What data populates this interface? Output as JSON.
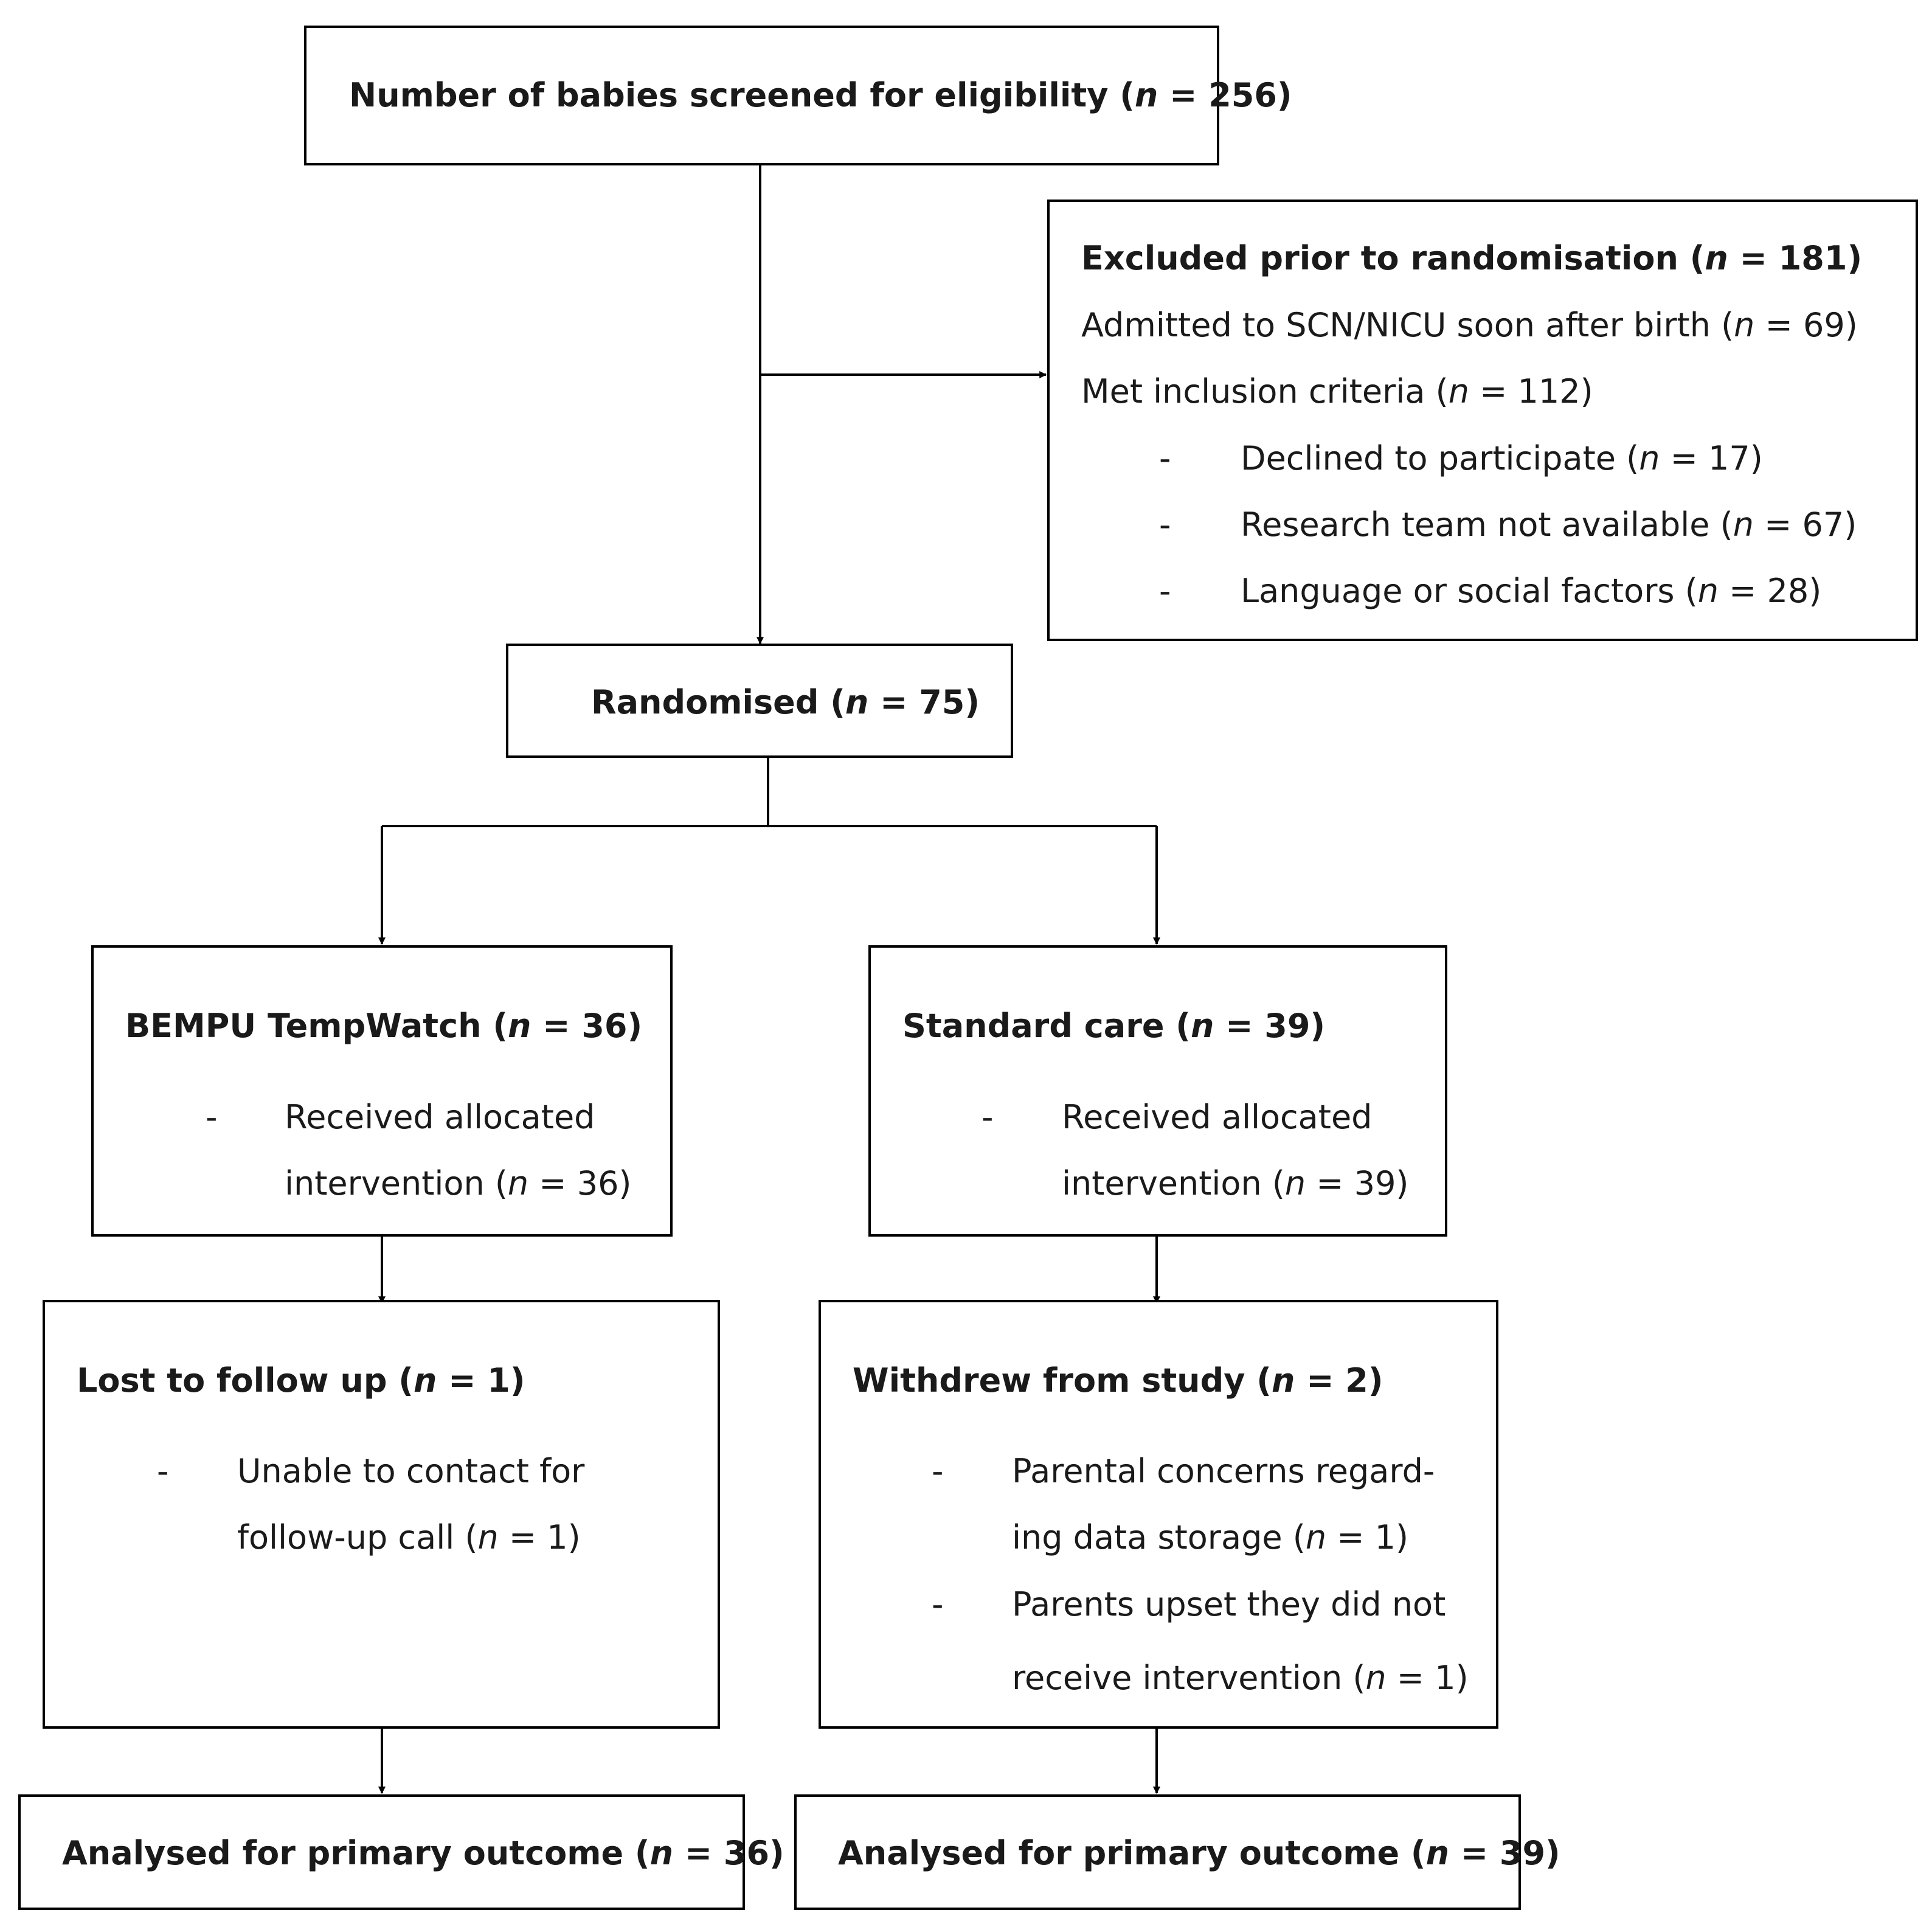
{
  "n_symbol": "n",
  "bullet": "-",
  "screened": {
    "label": "Number of babies screened for eligibility (",
    "value": " = 256)"
  },
  "excluded": {
    "title": {
      "label": "Excluded prior to randomisation (",
      "value": " = 181)"
    },
    "admitted": {
      "label": "Admitted to SCN/NICU soon after birth (",
      "value": " = 69)"
    },
    "met": {
      "label": "Met inclusion criteria (",
      "value": " = 112)"
    },
    "declined": {
      "label": "Declined to participate (",
      "value": " = 17)"
    },
    "research": {
      "label": "Research team not available (",
      "value": " = 67)"
    },
    "language": {
      "label": "Language or social factors (",
      "value": " = 28)"
    }
  },
  "randomised": {
    "label": "Randomised (",
    "value": " = 75)"
  },
  "bempu": {
    "title": {
      "label": "BEMPU TempWatch (",
      "value": " = 36)"
    },
    "line1": "Received allocated",
    "line2": {
      "label": "intervention (",
      "value": " = 36)"
    }
  },
  "standard": {
    "title": {
      "label": "Standard care (",
      "value": " = 39)"
    },
    "line1": "Received allocated",
    "line2": {
      "label": "intervention (",
      "value": " = 39)"
    }
  },
  "lost": {
    "title": {
      "label": "Lost to follow up (",
      "value": " = 1)"
    },
    "line1": "Unable to contact for",
    "line2": {
      "label": "follow-up call (",
      "value": " = 1)"
    }
  },
  "withdrew": {
    "title": {
      "label": "Withdrew from study (",
      "value": " = 2)"
    },
    "line1": "Parental concerns regard-",
    "line2": {
      "label": "ing data storage (",
      "value": " = 1)"
    },
    "line3": "Parents upset they did not",
    "line4": {
      "label": "receive intervention (",
      "value": " = 1)"
    }
  },
  "analysed_left": {
    "label": "Analysed for primary outcome (",
    "value": " = 36)"
  },
  "analysed_right": {
    "label": "Analysed for primary outcome (",
    "value": " = 39)"
  }
}
